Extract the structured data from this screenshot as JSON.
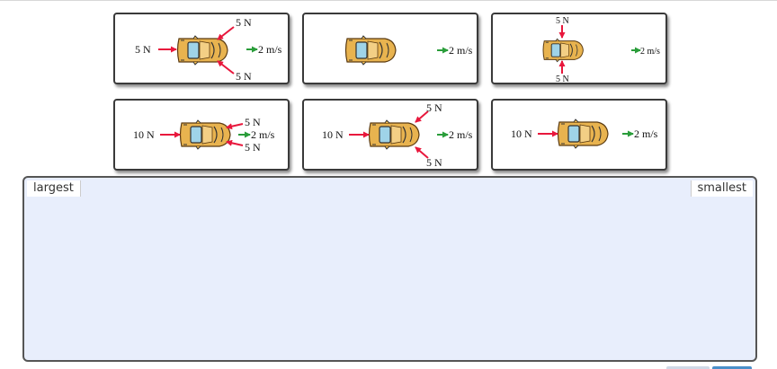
{
  "colors": {
    "force_arrow": "#e8173c",
    "velocity_arrow": "#2a9d3a",
    "zone_bg": "#e8eefc",
    "car_body": "#e8b34f"
  },
  "cards": [
    {
      "id": 1,
      "left_force": "5 N",
      "upper_force": "5 N",
      "lower_force": "5 N",
      "velocity": "2 m/s"
    },
    {
      "id": 2,
      "velocity": "2 m/s"
    },
    {
      "id": 3,
      "top_force": "5 N",
      "bottom_force": "5 N",
      "velocity": "2 m/s"
    },
    {
      "id": 4,
      "left_force": "10 N",
      "upper_force": "5 N",
      "lower_force": "5 N",
      "velocity": "2 m/s"
    },
    {
      "id": 5,
      "left_force": "10 N",
      "upper_force": "5 N",
      "lower_force": "5 N",
      "velocity": "2 m/s"
    },
    {
      "id": 6,
      "left_force": "10 N",
      "velocity": "2 m/s"
    }
  ],
  "ranking_zone": {
    "left_label": "largest",
    "right_label": "smallest"
  }
}
